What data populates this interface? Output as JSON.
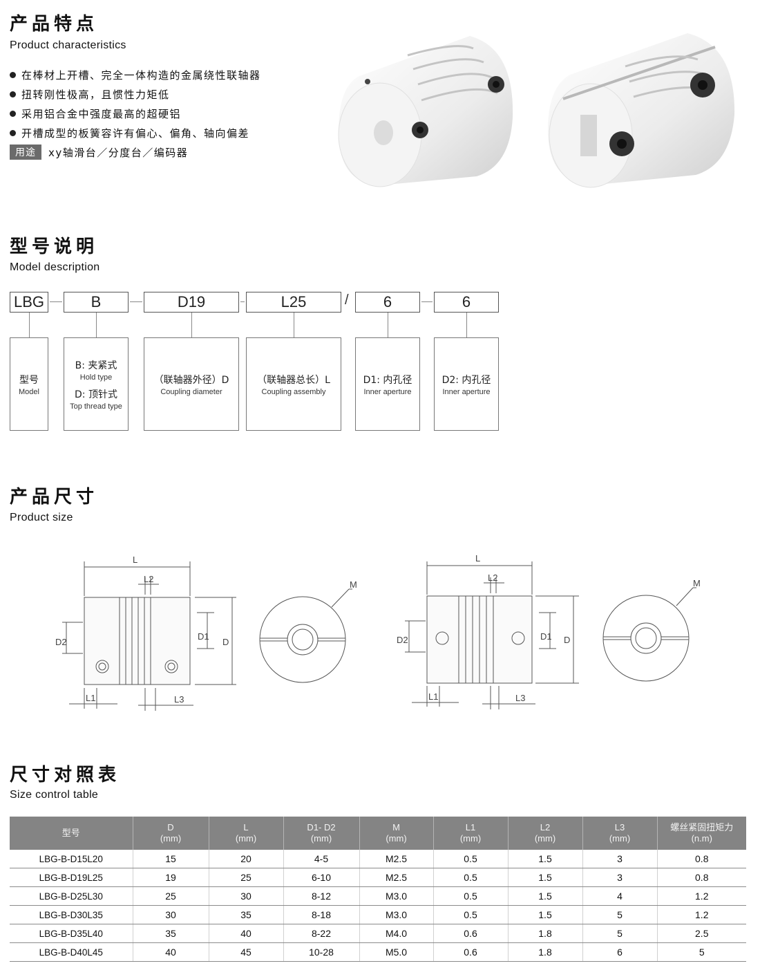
{
  "characteristics": {
    "title_cn": "产品特点",
    "title_en": "Product characteristics",
    "features": [
      "在棒材上开槽、完全一体构造的金属绕性联轴器",
      "扭转刚性极高，且惯性力矩低",
      "采用铝合金中强度最高的超硬铝",
      "开槽成型的板簧容许有偏心、偏角、轴向偏差"
    ],
    "use_label": "用途",
    "use_text": "xy轴滑台／分度台／编码器"
  },
  "model": {
    "title_cn": "型号说明",
    "title_en": "Model description",
    "code_parts": [
      "LBG",
      "B",
      "D19",
      "L25",
      "6",
      "6"
    ],
    "slash": "/",
    "boxes": [
      {
        "line1_cn": "型号",
        "line1_en": "Model"
      },
      {
        "line1_cn": "B: 夹紧式",
        "line1_en": "Hold type",
        "line2_cn": "D: 顶针式",
        "line2_en": "Top thread type"
      },
      {
        "line1_cn": "（联轴器外径）D",
        "line1_en": "Coupling diameter"
      },
      {
        "line1_cn": "（联轴器总长）L",
        "line1_en": "Coupling assembly"
      },
      {
        "line1_cn": "D1: 内孔径",
        "line1_en": "Inner aperture"
      },
      {
        "line1_cn": "D2: 内孔径",
        "line1_en": "Inner aperture"
      }
    ]
  },
  "size": {
    "title_cn": "产品尺寸",
    "title_en": "Product size",
    "labels": {
      "L": "L",
      "L2": "L2",
      "L1": "L1",
      "L3": "L3",
      "D": "D",
      "D1": "D1",
      "D2": "D2",
      "M": "M"
    }
  },
  "table": {
    "title_cn": "尺寸对照表",
    "title_en": "Size control table",
    "headers": [
      {
        "top": "型号",
        "bottom": ""
      },
      {
        "top": "D",
        "bottom": "(mm)"
      },
      {
        "top": "L",
        "bottom": "(mm)"
      },
      {
        "top": "D1- D2",
        "bottom": "(mm)"
      },
      {
        "top": "M",
        "bottom": "(mm)"
      },
      {
        "top": "L1",
        "bottom": "(mm)"
      },
      {
        "top": "L2",
        "bottom": "(mm)"
      },
      {
        "top": "L3",
        "bottom": "(mm)"
      },
      {
        "top": "螺丝紧固扭矩力",
        "bottom": "(n.m)"
      }
    ],
    "rows": [
      [
        "LBG-B-D15L20",
        "15",
        "20",
        "4-5",
        "M2.5",
        "0.5",
        "1.5",
        "3",
        "0.8"
      ],
      [
        "LBG-B-D19L25",
        "19",
        "25",
        "6-10",
        "M2.5",
        "0.5",
        "1.5",
        "3",
        "0.8"
      ],
      [
        "LBG-B-D25L30",
        "25",
        "30",
        "8-12",
        "M3.0",
        "0.5",
        "1.5",
        "4",
        "1.2"
      ],
      [
        "LBG-B-D30L35",
        "30",
        "35",
        "8-18",
        "M3.0",
        "0.5",
        "1.5",
        "5",
        "1.2"
      ],
      [
        "LBG-B-D35L40",
        "35",
        "40",
        "8-22",
        "M4.0",
        "0.6",
        "1.8",
        "5",
        "2.5"
      ],
      [
        "LBG-B-D40L45",
        "40",
        "45",
        "10-28",
        "M5.0",
        "0.6",
        "1.8",
        "6",
        "5"
      ]
    ]
  }
}
